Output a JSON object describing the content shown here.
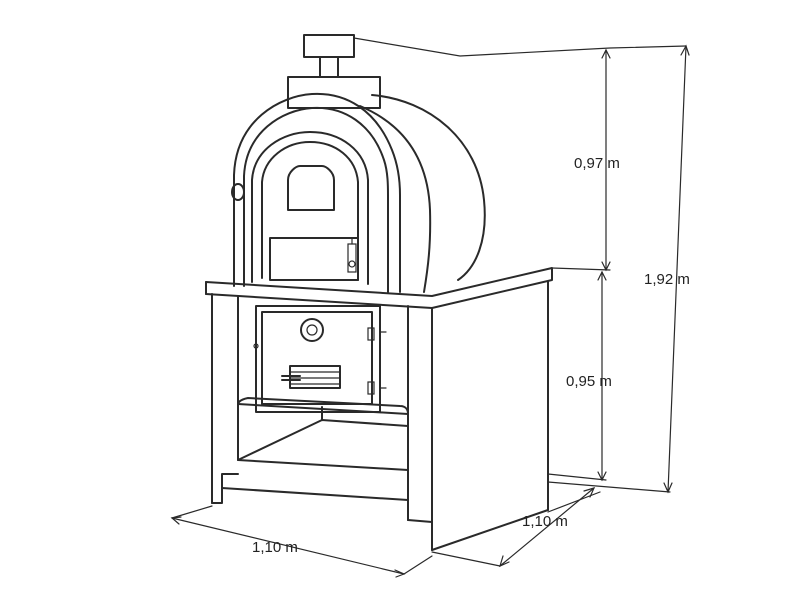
{
  "dimensions": {
    "upper_height": "0,97 m",
    "total_height": "1,92 m",
    "lower_height": "0,95 m",
    "depth": "1,10 m",
    "width": "1,10 m"
  }
}
